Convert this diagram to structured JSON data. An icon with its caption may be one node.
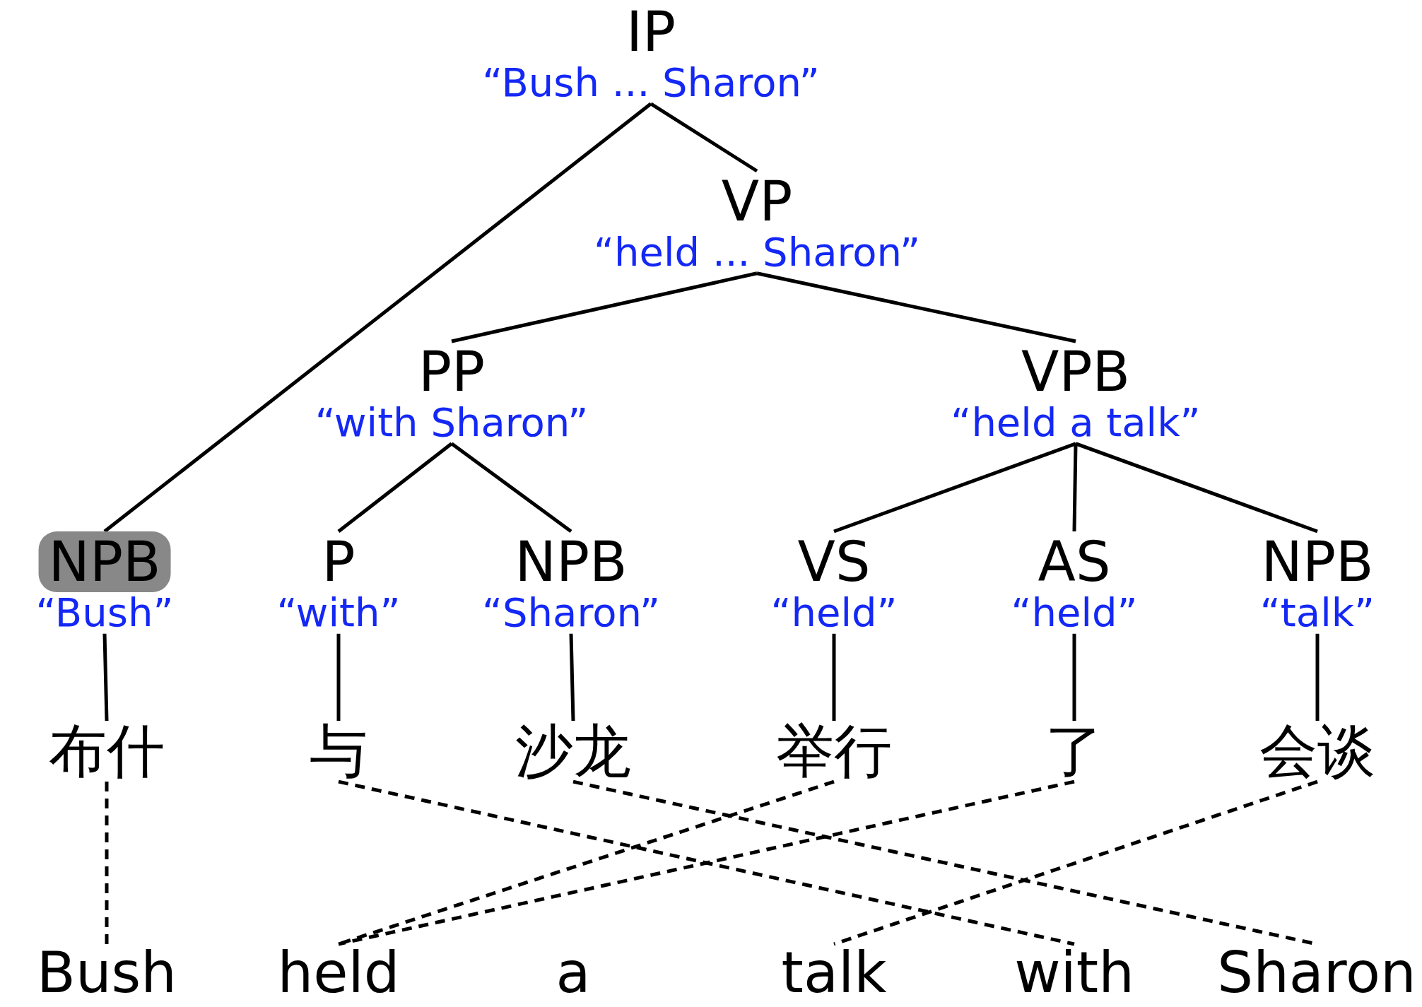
{
  "diagram": {
    "nodes": [
      {
        "text": [
          "IP",
          "“Bush ... Sharon”"
        ]
      },
      {
        "text": [
          "VP",
          "“held ... Sharon”"
        ]
      },
      {
        "text": [
          "PP",
          "“with Sharon”"
        ]
      },
      {
        "text": [
          "VPB",
          "“held a talk”"
        ]
      },
      {
        "text": [
          "NPB",
          "“Bush”"
        ]
      },
      {
        "text": [
          "P",
          "“with”"
        ]
      },
      {
        "text": [
          "NPB",
          "“Sharon”"
        ]
      },
      {
        "text": [
          "VS",
          "“held”"
        ]
      },
      {
        "text": [
          "AS",
          "“held”"
        ]
      },
      {
        "text": [
          "NPB",
          "“talk”"
        ]
      },
      {
        "text": [
          "布什"
        ]
      },
      {
        "text": [
          "与"
        ]
      },
      {
        "text": [
          "沙龙"
        ]
      },
      {
        "text": [
          "举行"
        ]
      },
      {
        "text": [
          "了"
        ]
      },
      {
        "text": [
          "会谈"
        ]
      },
      {
        "text": [
          "Bush"
        ]
      },
      {
        "text": [
          "held"
        ]
      },
      {
        "text": [
          "a"
        ]
      },
      {
        "text": [
          "talk"
        ]
      },
      {
        "text": [
          "with"
        ]
      },
      {
        "text": [
          "Sharon"
        ]
      }
    ],
    "edges": [
      {
        "from": 0,
        "to": 4,
        "arrow": "none"
      },
      {
        "from": 0,
        "to": 1,
        "arrow": "none"
      },
      {
        "from": 1,
        "to": 2,
        "arrow": "none"
      },
      {
        "from": 1,
        "to": 3,
        "arrow": "none"
      },
      {
        "from": 2,
        "to": 5,
        "arrow": "none"
      },
      {
        "from": 2,
        "to": 6,
        "arrow": "none"
      },
      {
        "from": 3,
        "to": 7,
        "arrow": "none"
      },
      {
        "from": 3,
        "to": 8,
        "arrow": "none"
      },
      {
        "from": 3,
        "to": 9,
        "arrow": "none"
      },
      {
        "from": 4,
        "to": 10,
        "arrow": "none"
      },
      {
        "from": 5,
        "to": 11,
        "arrow": "none"
      },
      {
        "from": 6,
        "to": 12,
        "arrow": "none"
      },
      {
        "from": 7,
        "to": 13,
        "arrow": "none"
      },
      {
        "from": 8,
        "to": 14,
        "arrow": "none"
      },
      {
        "from": 9,
        "to": 15,
        "arrow": "none"
      },
      {
        "from": 10,
        "to": 16,
        "arrow": "none",
        "style": "dashed"
      },
      {
        "from": 11,
        "to": 20,
        "arrow": "none",
        "style": "dashed"
      },
      {
        "from": 12,
        "to": 21,
        "arrow": "none",
        "style": "dashed"
      },
      {
        "from": 13,
        "to": 17,
        "arrow": "none",
        "style": "dashed"
      },
      {
        "from": 14,
        "to": 17,
        "arrow": "none",
        "style": "dashed"
      },
      {
        "from": 15,
        "to": 19,
        "arrow": "none",
        "style": "dashed"
      }
    ]
  }
}
